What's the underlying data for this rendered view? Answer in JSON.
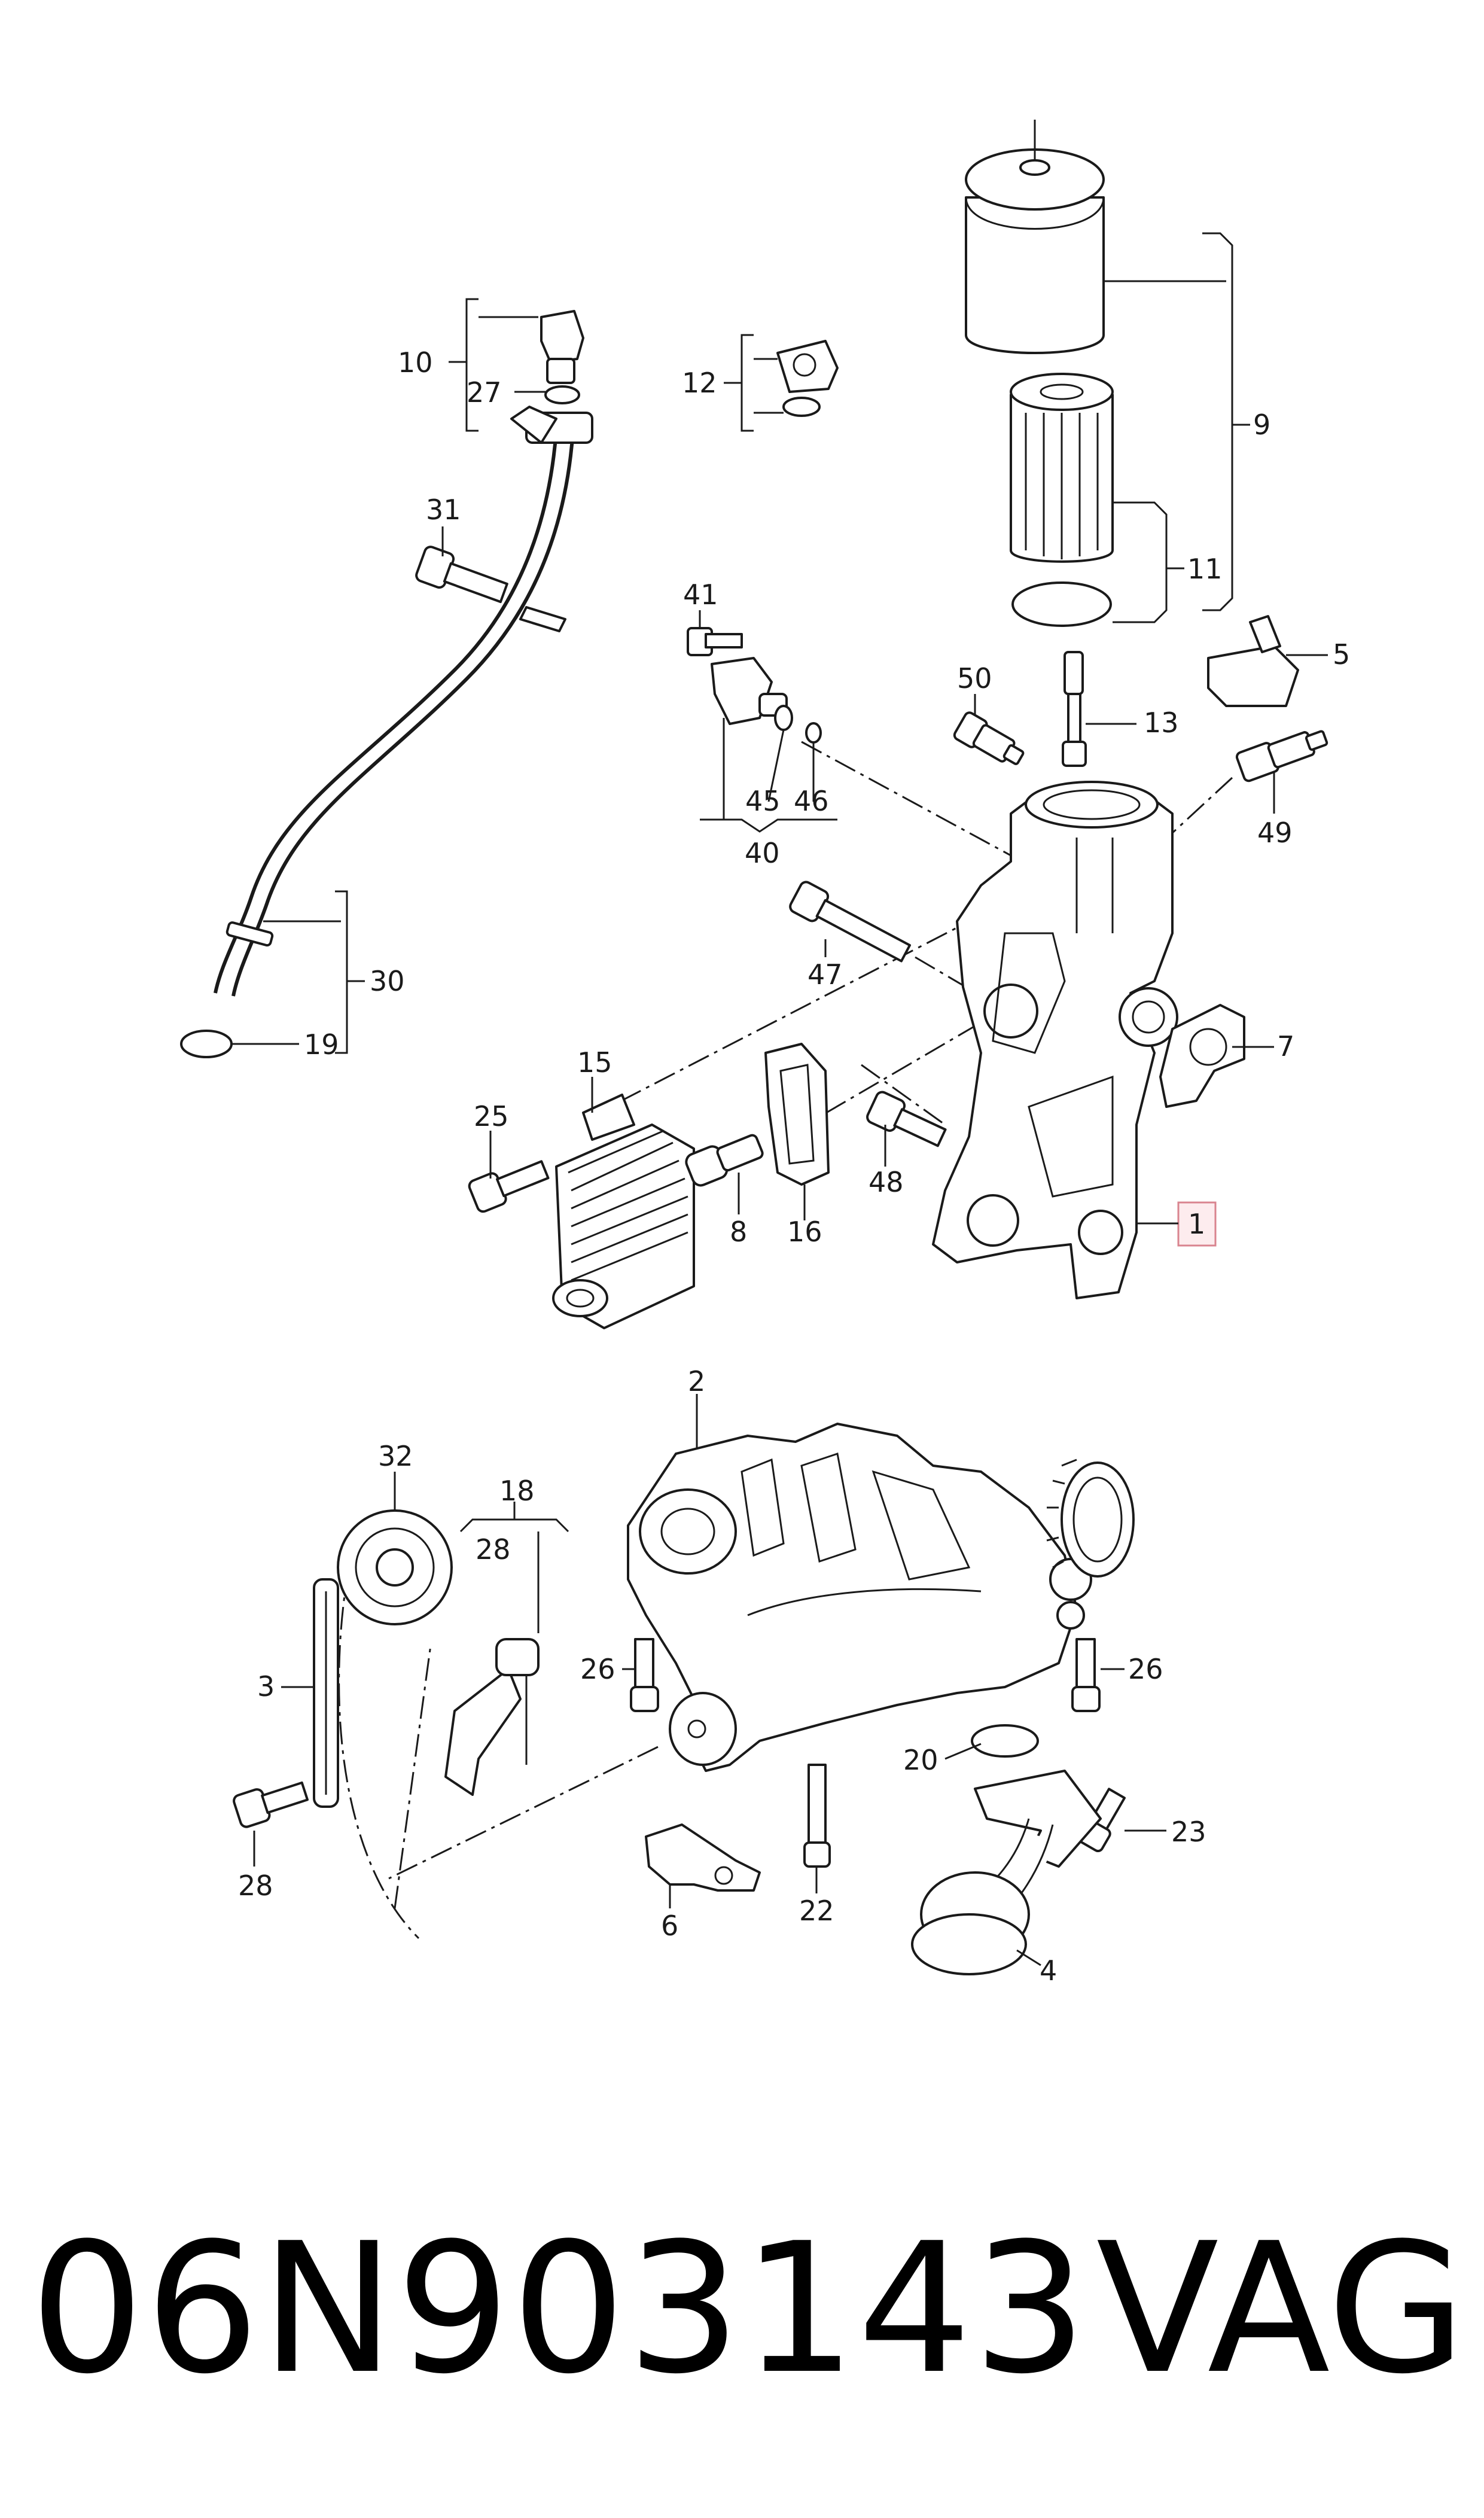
{
  "callouts": {
    "c1": "1",
    "c2": "2",
    "c3": "3",
    "c4": "4",
    "c5": "5",
    "c6": "6",
    "c7": "7",
    "c8": "8",
    "c9": "9",
    "c10": "10",
    "c11": "11",
    "c12": "12",
    "c13": "13",
    "c15": "15",
    "c16": "16",
    "c18": "18",
    "c19": "19",
    "c20": "20",
    "c22": "22",
    "c23": "23",
    "c25": "25",
    "c26a": "26",
    "c26b": "26",
    "c27": "27",
    "c28a": "28",
    "c28b": "28",
    "c30": "30",
    "c31": "31",
    "c32": "32",
    "c40": "40",
    "c41": "41",
    "c45": "45",
    "c46": "46",
    "c47": "47",
    "c48": "48",
    "c49": "49",
    "c50": "50"
  },
  "footer": {
    "part_number": "06N903143",
    "brand": "VAG"
  },
  "colors": {
    "highlight_fill": "#fdecee",
    "highlight_stroke": "#d9848f",
    "line": "#1a1a1a"
  }
}
